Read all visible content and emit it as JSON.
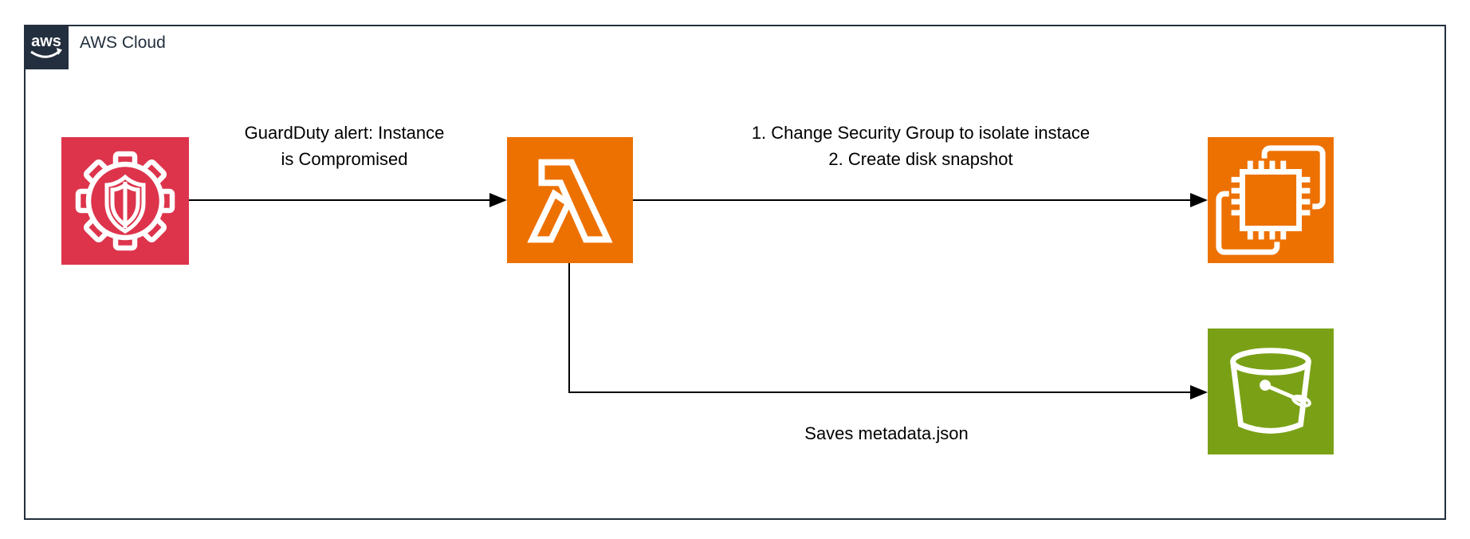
{
  "container": {
    "logo_text": "aws",
    "label": "AWS Cloud"
  },
  "colors": {
    "boundary_border": "#232F3E",
    "guardduty": "#DD344C",
    "lambda": "#ED7100",
    "ec2": "#ED7100",
    "s3": "#7AA116",
    "arrow": "#000000",
    "text": "#000000"
  },
  "nodes": [
    {
      "name": "guardduty",
      "icon": "guardduty-icon",
      "color": "#DD344C"
    },
    {
      "name": "lambda",
      "icon": "lambda-icon",
      "color": "#ED7100"
    },
    {
      "name": "ec2",
      "icon": "ec2-icon",
      "color": "#ED7100"
    },
    {
      "name": "s3-bucket",
      "icon": "s3-bucket-icon",
      "color": "#7AA116"
    }
  ],
  "edges": [
    {
      "from": "guardduty",
      "to": "lambda",
      "label_line1": "GuardDuty alert: Instance",
      "label_line2": "is Compromised"
    },
    {
      "from": "lambda",
      "to": "ec2",
      "label_line1": "1. Change Security Group to isolate instace",
      "label_line2": "2. Create disk snapshot"
    },
    {
      "from": "lambda",
      "to": "s3-bucket",
      "label": "Saves metadata.json"
    }
  ]
}
